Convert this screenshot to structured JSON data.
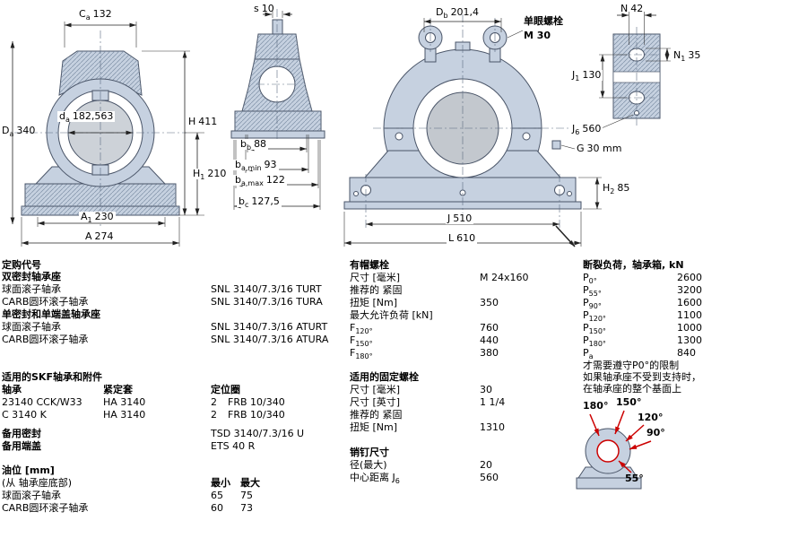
{
  "drawings": {
    "front_left": {
      "ca": {
        "base": "C",
        "sub": "a",
        "value": "132"
      },
      "da_outer": {
        "base": "D",
        "sub": "a",
        "value": "340"
      },
      "da_bore": {
        "base": "d",
        "sub": "a",
        "value": "182,563"
      },
      "h": {
        "base": "H",
        "sub": "",
        "value": "411"
      },
      "h1": {
        "base": "H",
        "sub": "1",
        "value": "210"
      },
      "a1": {
        "base": "A",
        "sub": "1",
        "value": "230"
      },
      "a": {
        "base": "A",
        "sub": "",
        "value": "274"
      }
    },
    "side_section": {
      "s": {
        "base": "s",
        "sub": "",
        "value": "10"
      },
      "bb": {
        "base": "b",
        "sub": "b",
        "value": "88"
      },
      "ba_min": {
        "base": "b",
        "sub": "a,min",
        "value": "93"
      },
      "ba_max": {
        "base": "b",
        "sub": "a,max",
        "value": "122"
      },
      "bc": {
        "base": "b",
        "sub": "c",
        "value": "127,5"
      }
    },
    "front_main": {
      "db": {
        "base": "D",
        "sub": "b",
        "value": "201,4"
      },
      "eyebolt_title": "单眼螺栓",
      "eyebolt_size": "M 30",
      "g": {
        "base": "G",
        "sub": "",
        "value": "30 mm"
      },
      "h2": {
        "base": "H",
        "sub": "2",
        "value": "85"
      },
      "j": {
        "base": "J",
        "sub": "",
        "value": "510"
      },
      "l": {
        "base": "L",
        "sub": "",
        "value": "610"
      }
    },
    "base_top_view": {
      "n": {
        "base": "N",
        "sub": "",
        "value": "42"
      },
      "n1": {
        "base": "N",
        "sub": "1",
        "value": "35"
      },
      "j1": {
        "base": "J",
        "sub": "1",
        "value": "130"
      },
      "j6": {
        "base": "J",
        "sub": "6",
        "value": "560"
      }
    }
  },
  "ordering": {
    "title": "定购代号",
    "group1_heading": "双密封轴承座",
    "group1_rows": [
      {
        "label": "球面滚子轴承",
        "value": "SNL 3140/7.3/16 TURT"
      },
      {
        "label": "CARB圆环滚子轴承",
        "value": "SNL 3140/7.3/16 TURA"
      }
    ],
    "group2_heading": "单密封和单端盖轴承座",
    "group2_rows": [
      {
        "label": "球面滚子轴承",
        "value": "SNL 3140/7.3/16 ATURT"
      },
      {
        "label": "CARB圆环滚子轴承",
        "value": "SNL 3140/7.3/16 ATURA"
      }
    ]
  },
  "bearings": {
    "title": "适用的SKF轴承和附件",
    "col_bearing": "轴承",
    "col_sleeve": "紧定套",
    "col_ring": "定位圈",
    "rows": [
      {
        "bearing": "23140 CCK/W33",
        "sleeve": "HA 3140",
        "qty": "2",
        "ring": "FRB 10/340"
      },
      {
        "bearing": "C 3140 K",
        "sleeve": "HA 3140",
        "qty": "2",
        "ring": "FRB 10/340"
      }
    ],
    "spare_seal_label": "备用密封",
    "spare_seal_value": "TSD 3140/7.3/16 U",
    "spare_cover_label": "备用端盖",
    "spare_cover_value": "ETS 40 R"
  },
  "oil_level": {
    "title": "油位 [mm]",
    "note": "(从 轴承座底部)",
    "col_min": "最小",
    "col_max": "最大",
    "rows": [
      {
        "label": "球面滚子轴承",
        "min": "65",
        "max": "75"
      },
      {
        "label": "CARB圆环滚子轴承",
        "min": "60",
        "max": "73"
      }
    ]
  },
  "attachment_bolts": {
    "title": "有帽螺栓",
    "size_label": "尺寸 [毫米]",
    "size_value": "M 24x160",
    "torque_label1": "推荐的 紧固",
    "torque_label2": "扭矩 [Nm]",
    "torque_value": "350",
    "load_label": "最大允许负荷 [kN]",
    "loads": [
      {
        "base": "F",
        "sub": "120°",
        "value": "760"
      },
      {
        "base": "F",
        "sub": "150°",
        "value": "440"
      },
      {
        "base": "F",
        "sub": "180°",
        "value": "380"
      }
    ]
  },
  "fixing_bolts": {
    "title": "适用的固定螺栓",
    "size_mm_label": "尺寸 [毫米]",
    "size_mm_value": "30",
    "size_in_label": "尺寸 [英寸]",
    "size_in_value": "1 1/4",
    "torque_label1": "推荐的 紧固",
    "torque_label2": "扭矩 [Nm]",
    "torque_value": "1310"
  },
  "pins": {
    "title": "销钉尺寸",
    "dia_label": "径(最大)",
    "dia_value": "20",
    "dist_label": {
      "base": "中心距离 J",
      "sub": "6"
    },
    "dist_value": "560"
  },
  "breaking_loads": {
    "title": "断裂负荷，轴承箱, kN",
    "rows": [
      {
        "base": "P",
        "sub": "0°",
        "value": "2600"
      },
      {
        "base": "P",
        "sub": "55°",
        "value": "3200"
      },
      {
        "base": "P",
        "sub": "90°",
        "value": "1600"
      },
      {
        "base": "P",
        "sub": "120°",
        "value": "1100"
      },
      {
        "base": "P",
        "sub": "150°",
        "value": "1000"
      },
      {
        "base": "P",
        "sub": "180°",
        "value": "1300"
      },
      {
        "base": "P",
        "sub": "a",
        "value": "840"
      }
    ],
    "note_line1": "才需要遵守P0°的限制",
    "note_line2": "如果轴承座不受到支持时，",
    "note_line3": "在轴承座的整个基面上",
    "angles": [
      "180°",
      "150°",
      "120°",
      "90°",
      "55°"
    ],
    "accent_color": "#cc0000"
  }
}
